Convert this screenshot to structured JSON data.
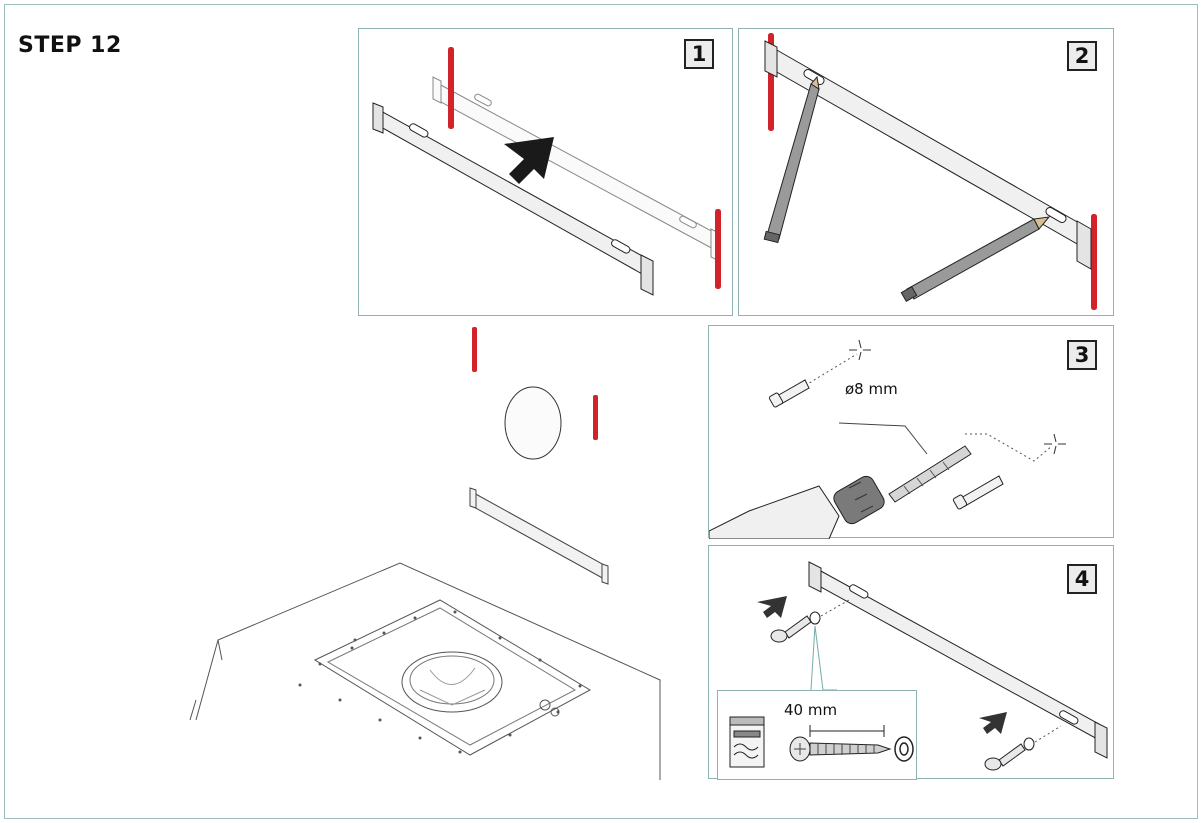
{
  "step_title": "STEP 12",
  "panels": [
    {
      "number": "1"
    },
    {
      "number": "2"
    },
    {
      "number": "3",
      "drill_label": "ø8 mm"
    },
    {
      "number": "4",
      "screw_label": "40 mm"
    }
  ],
  "colors": {
    "frame": "#9fbcbc",
    "mark": "#d2232a",
    "line": "#222222"
  }
}
